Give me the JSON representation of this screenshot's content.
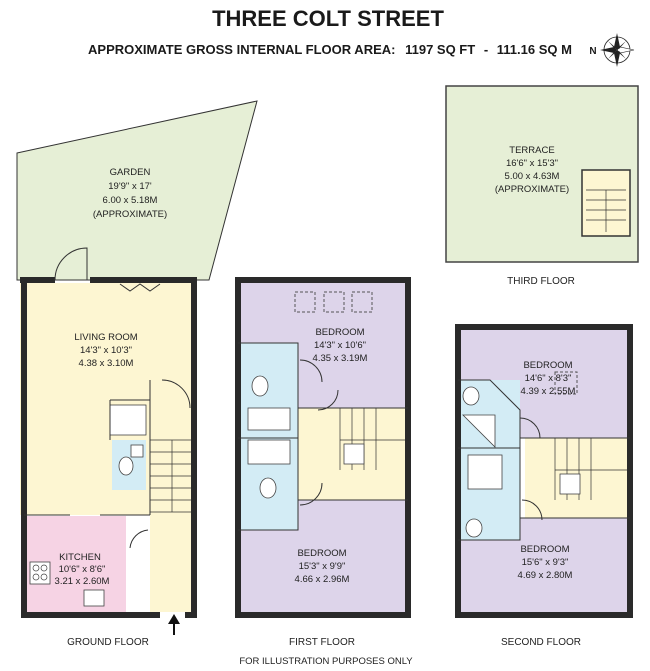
{
  "header": {
    "title": "THREE COLT STREET",
    "area_label": "APPROXIMATE GROSS INTERNAL FLOOR AREA:",
    "area_sqft": "1197 SQ FT",
    "area_sep": "-",
    "area_sqm": "111.16 SQ M"
  },
  "compass": {
    "label": "N",
    "icon": "compass-rose-icon"
  },
  "rooms": {
    "garden": {
      "name": "GARDEN",
      "dim_imperial": "19'9\" x 17'",
      "dim_metric": "6.00 x 5.18M",
      "note": "(APPROXIMATE)"
    },
    "terrace": {
      "name": "TERRACE",
      "dim_imperial": "16'6\" x 15'3\"",
      "dim_metric": "5.00 x 4.63M",
      "note": "(APPROXIMATE)"
    },
    "living": {
      "name": "LIVING ROOM",
      "dim_imperial": "14'3\" x 10'3\"",
      "dim_metric": "4.38 x 3.10M"
    },
    "kitchen": {
      "name": "KITCHEN",
      "dim_imperial": "10'6\" x 8'6\"",
      "dim_metric": "3.21 x 2.60M"
    },
    "bed1_top": {
      "name": "BEDROOM",
      "dim_imperial": "14'3\" x 10'6\"",
      "dim_metric": "4.35 x 3.19M"
    },
    "bed1_bot": {
      "name": "BEDROOM",
      "dim_imperial": "15'3\" x 9'9\"",
      "dim_metric": "4.66 x 2.96M"
    },
    "bed2_top": {
      "name": "BEDROOM",
      "dim_imperial": "14'6\" x 8'3\"",
      "dim_metric": "4.39 x 2.55M"
    },
    "bed2_bot": {
      "name": "BEDROOM",
      "dim_imperial": "15'6\" x 9'3\"",
      "dim_metric": "4.69 x 2.80M"
    }
  },
  "floors": {
    "ground": "GROUND FLOOR",
    "first": "FIRST FLOOR",
    "second": "SECOND FLOOR",
    "third": "THIRD FLOOR"
  },
  "footer": {
    "disclaimer": "FOR ILLUSTRATION PURPOSES ONLY"
  },
  "colors": {
    "garden": "#e6efd6",
    "living": "#fdf6d2",
    "kitchen": "#f6d3e4",
    "bedroom": "#ddd4ea",
    "bathroom": "#d3ecf5",
    "stairs": "#fdf6d2",
    "wall": "#2a2a2a"
  }
}
